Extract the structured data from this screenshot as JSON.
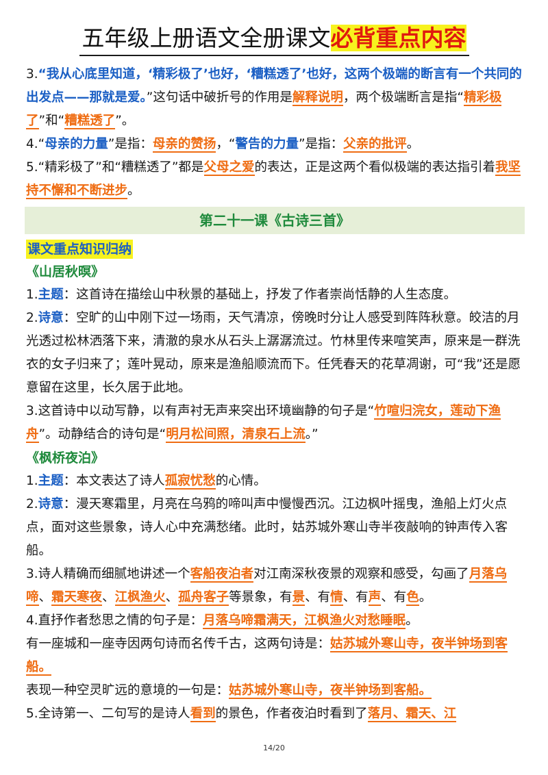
{
  "title": {
    "main": "五年级上册语文全册课文",
    "highlight": "必背重点内容"
  },
  "para1": {
    "a": "3.",
    "b": "“我从心底里知道，‘精彩极了’也好，‘糟糕透了’也好，这两个极端的断言有一个共同的出发点——那就是爱。",
    "c": "”这句话中破折号的作用是",
    "d": "解释说明",
    "e": "，两个极端断言是指“",
    "f": "精彩极了",
    "g": "”和“",
    "h": "糟糕透了",
    "i": "”。"
  },
  "para2": {
    "a": "4.“",
    "b": "母亲的力量",
    "c": "”是指：",
    "d": "母亲的赞扬",
    "e": "，“",
    "f": "警告的力量",
    "g": "”是指：",
    "h": "父亲的批评",
    "i": "。"
  },
  "para3": {
    "a": "5.“精彩极了”和“糟糕透了”都是",
    "b": "父母之爱",
    "c": "的表达，正是这两个看似极端的表达指引着",
    "d": "我坚持不懈和不断进步",
    "e": "。"
  },
  "banner": "第二十一课《古诗三首》",
  "section_head": "课文重点知识归纳",
  "poem1": {
    "title": "《山居秋暝》",
    "s1": {
      "num": "1.",
      "label": "主题",
      "text": "：这首诗在描绘山中秋景的基础上，抒发了作者崇尚恬静的人生态度。"
    },
    "s2": {
      "num": "2.",
      "label": "诗意",
      "text": "：空旷的山中刚下过一场雨，天气清凉，傍晚时分让人感受到阵阵秋意。皎洁的月光透过松林洒落下来，清澈的泉水从石头上潺潺流过。竹林里传来喧笑声，原来是一群洗衣的女子归来了；莲叶晃动，原来是渔船顺流而下。任凭春天的花草凋谢，可“我”还是愿意留在这里，长久居于此地。"
    },
    "s3": {
      "a": "3.这首诗中以动写静，以有声衬无声来突出环境幽静的句子是“",
      "b": "竹喧归浣女，莲动下渔舟",
      "c": "”。动静结合的诗句是“",
      "d": "明月松间照，清泉石上流",
      "e": "。”"
    }
  },
  "poem2": {
    "title": "《枫桥夜泊》",
    "s1": {
      "num": "1.",
      "label": "主题",
      "a": "：本文表达了诗人",
      "b": "孤寂忧愁",
      "c": "的心情。"
    },
    "s2": {
      "num": "2.",
      "label": "诗意",
      "text": "：漫天寒霜里，月亮在乌鸦的啼叫声中慢慢西沉。江边枫叶摇曳，渔船上灯火点点，面对这些景象，诗人心中充满愁绪。此时，姑苏城外寒山寺半夜敲响的钟声传入客船。"
    },
    "s3": {
      "a": "3.诗人精确而细腻地讲述一个",
      "b": "客船夜泊者",
      "c": "对江南深秋夜景的观察和感受，勾画了",
      "d": "月落乌啼",
      "e": "、",
      "f": "霜天寒夜",
      "g": "、",
      "h": "江枫渔火",
      "i": "、",
      "j": "孤舟客子",
      "k": "等景象，有",
      "l": "景",
      "m": "、有",
      "n": "情",
      "o": "、有",
      "p": "声",
      "q": "、有",
      "r": "色",
      "s": "。"
    },
    "s4": {
      "a": "4.直抒作者愁思之情的句子是：",
      "b": "月落乌啼霜满天，江枫渔火对愁睡眠",
      "c": "。"
    },
    "s5": {
      "a": "有一座城和一座寺因两句诗而名传千古，这两句诗是：",
      "b": "姑苏城外寒山寺，夜半钟场到客船。"
    },
    "s6": {
      "a": "表现一种空灵旷远的意境的一句是：",
      "b": "姑苏城外寒山寺，夜半钟场到客船。"
    },
    "s7": {
      "a": "5.全诗第一、二句写的是诗人",
      "b": "看到",
      "c": "的景色，作者夜泊时看到了",
      "d": "落月、霜天、江"
    }
  },
  "footer": "14/20"
}
